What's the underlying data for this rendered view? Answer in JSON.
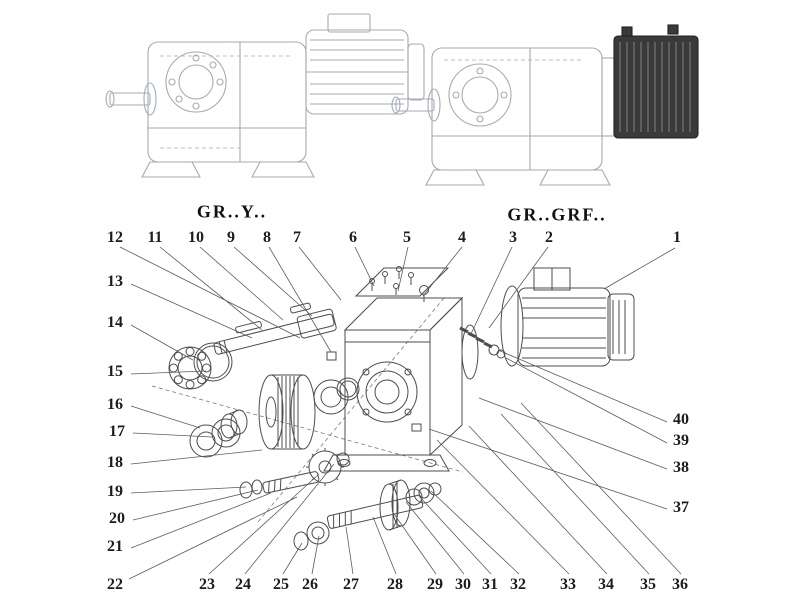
{
  "models": {
    "left_label": "GR..Y..",
    "right_label": "GR..GRF.."
  },
  "callouts": {
    "top": [
      "12",
      "11",
      "10",
      "9",
      "8",
      "7",
      "6",
      "5",
      "4",
      "3",
      "2",
      "1"
    ],
    "left": [
      "13",
      "14",
      "15",
      "16",
      "17",
      "18",
      "19",
      "20",
      "21",
      "22"
    ],
    "bottom": [
      "23",
      "24",
      "25",
      "26",
      "27",
      "28",
      "29",
      "30",
      "31",
      "32",
      "33",
      "34",
      "35",
      "36"
    ],
    "right": [
      "40",
      "39",
      "38",
      "37"
    ]
  },
  "colors": {
    "line_art": "#4d4d4d",
    "faded_art": "#a3abb5",
    "dark_unit": "#3a3a3a"
  }
}
